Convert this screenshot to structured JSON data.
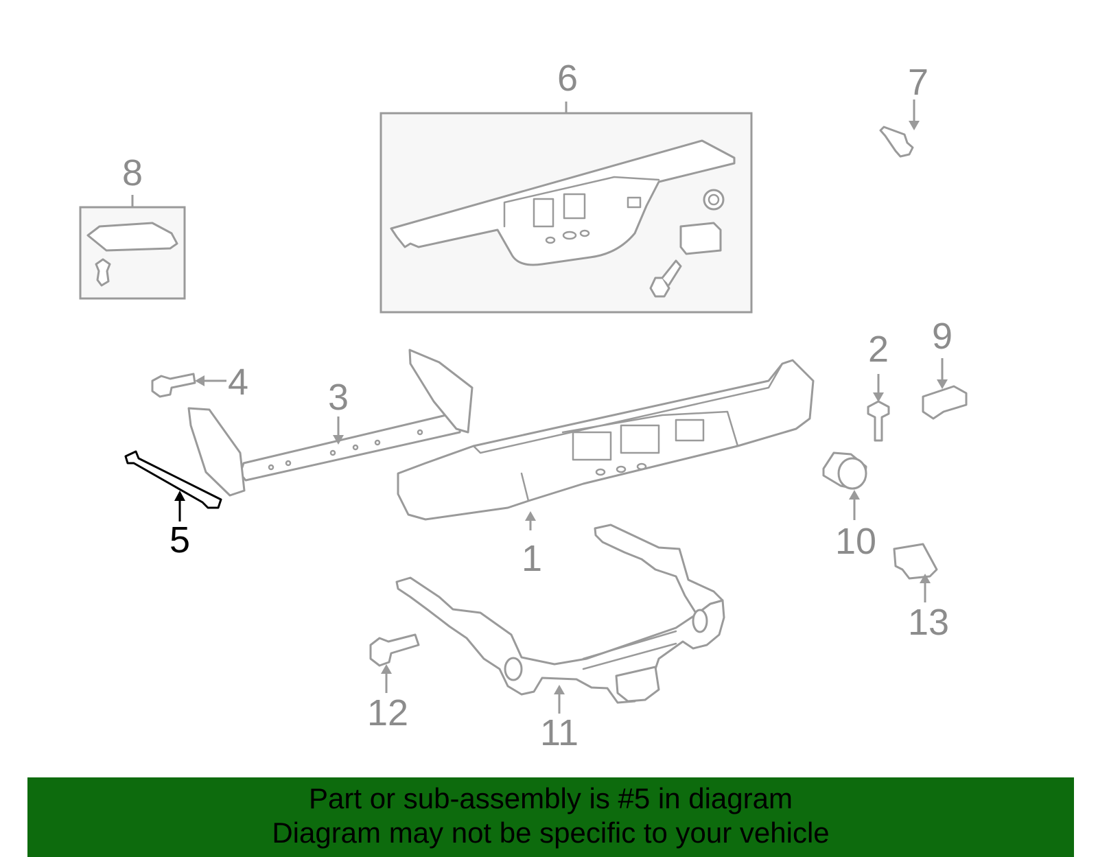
{
  "callouts": {
    "c1": "1",
    "c2": "2",
    "c3": "3",
    "c4": "4",
    "c5": "5",
    "c6": "6",
    "c7": "7",
    "c8": "8",
    "c9": "9",
    "c10": "10",
    "c11": "11",
    "c12": "12",
    "c13": "13"
  },
  "highlighted_part": "5",
  "banner": {
    "line1": "Part or sub-assembly is #5 in diagram",
    "line2": "Diagram may not be specific to your vehicle",
    "color": "#0d6b0d"
  },
  "colors": {
    "part_stroke": "#9a9a9a",
    "highlight": "#000000"
  }
}
